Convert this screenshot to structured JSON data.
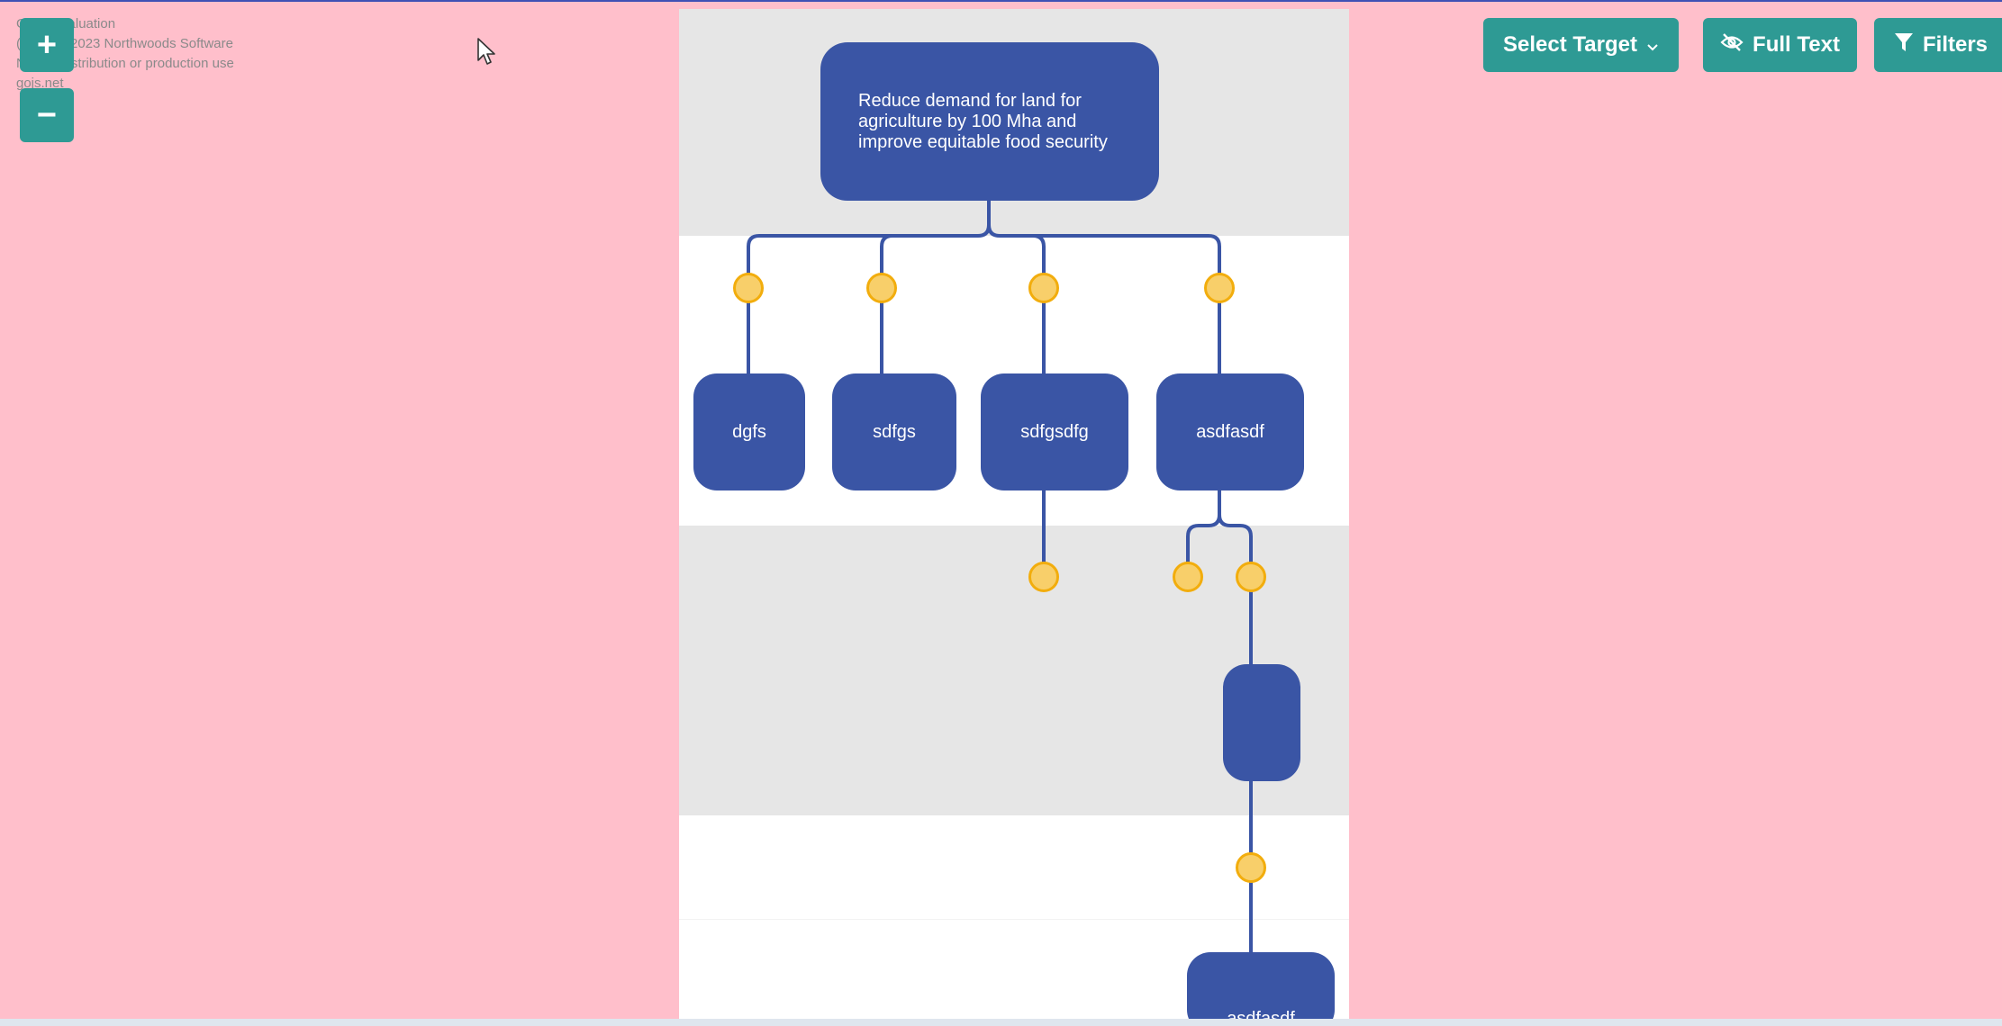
{
  "watermark": {
    "line1": "GoJS evaluation",
    "line2": "(c) 1998-2023 Northwoods Software",
    "line3": "Not for distribution or production use",
    "line4": "gojs.net"
  },
  "zoom": {
    "in_label": "+",
    "out_label": "−"
  },
  "toolbar": {
    "select_target_label": "Select Target",
    "full_text_label": "Full Text",
    "filters_label": "Filters"
  },
  "icons": {
    "select_target": "chevron-down-icon",
    "full_text": "eye-off-icon",
    "filters": "funnel-icon",
    "cursor": "mouse-pointer-icon"
  },
  "colors": {
    "background": "#ffbfcb",
    "button": "#2e9a94",
    "node": "#3a55a5",
    "link": "#3a55a5",
    "junction_fill": "#f8cf6a",
    "junction_stroke": "#f2ad0d",
    "band_gray": "#e6e6e6",
    "band_white": "#ffffff"
  },
  "tree": {
    "root": {
      "label": "Reduce demand for land for agriculture by 100 Mha and improve equitable food security"
    },
    "level1": [
      {
        "label": "dgfs"
      },
      {
        "label": "sdfgs"
      },
      {
        "label": "sdfgsdfg"
      },
      {
        "label": "asdfasdf"
      }
    ],
    "level2": [
      {
        "label": ""
      }
    ],
    "level3": [
      {
        "label": "asdfasdf"
      }
    ]
  }
}
